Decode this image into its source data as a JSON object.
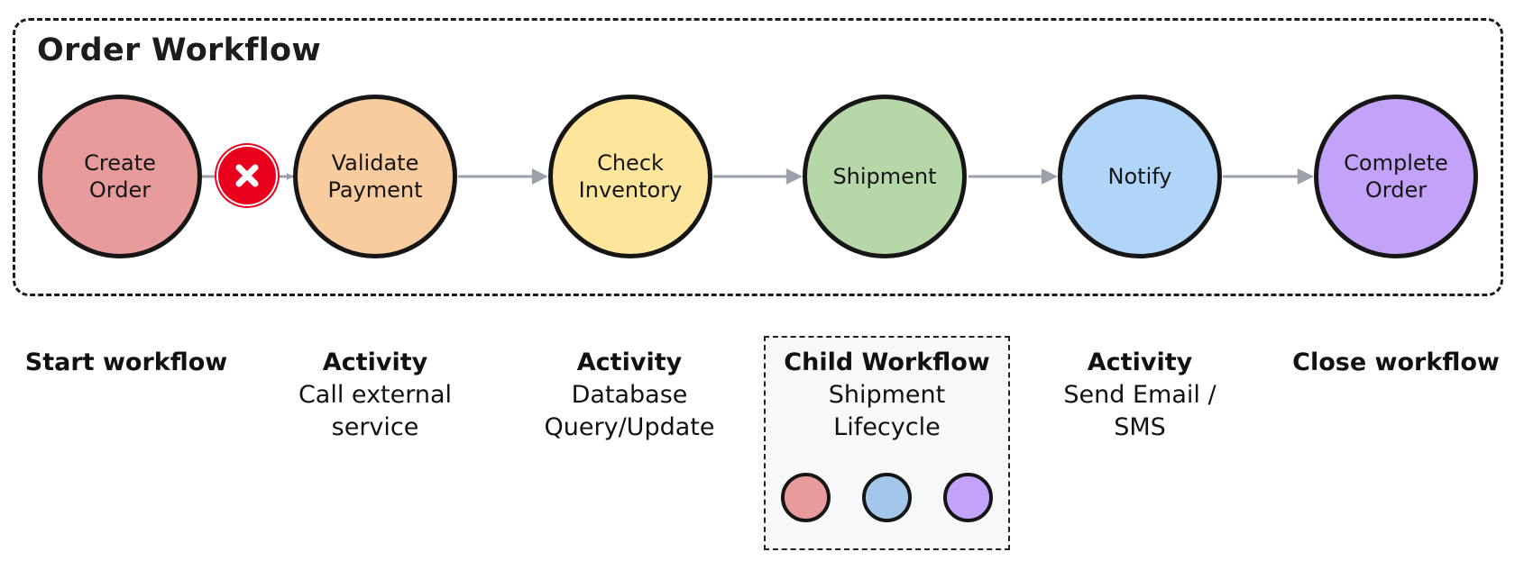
{
  "diagram": {
    "title": "Order Workflow",
    "nodes": [
      {
        "id": "create-order",
        "label": "Create\nOrder",
        "color": "#e89b9b"
      },
      {
        "id": "validate-payment",
        "label": "Validate\nPayment",
        "color": "#f8cc9e"
      },
      {
        "id": "check-inventory",
        "label": "Check\nInventory",
        "color": "#fde69c"
      },
      {
        "id": "shipment",
        "label": "Shipment",
        "color": "#b6d8a9"
      },
      {
        "id": "notify",
        "label": "Notify",
        "color": "#b1d4f9"
      },
      {
        "id": "complete-order",
        "label": "Complete\nOrder",
        "color": "#c3a2fa"
      }
    ],
    "edges": [
      {
        "from": "create-order",
        "to": "validate-payment",
        "status": "error"
      },
      {
        "from": "validate-payment",
        "to": "check-inventory"
      },
      {
        "from": "check-inventory",
        "to": "shipment"
      },
      {
        "from": "shipment",
        "to": "notify"
      },
      {
        "from": "notify",
        "to": "complete-order"
      }
    ],
    "error_icon": "x-circle-icon",
    "error_color": "#e8001c",
    "edge_color": "#9aa1ab",
    "captions": [
      {
        "title": "Start\nworkflow",
        "desc": ""
      },
      {
        "title": "Activity",
        "desc": "Call external\nservice"
      },
      {
        "title": "Activity",
        "desc": "Database\nQuery/Update"
      },
      {
        "title": "Child Workflow",
        "desc": "Shipment\nLifecycle"
      },
      {
        "title": "Activity",
        "desc": "Send Email /\nSMS"
      },
      {
        "title": "Close\nworkflow",
        "desc": ""
      }
    ],
    "child_workflow": {
      "nodes": [
        {
          "color": "#e89b9b"
        },
        {
          "color": "#a3c6ea"
        },
        {
          "color": "#c3a2fa"
        }
      ]
    }
  }
}
